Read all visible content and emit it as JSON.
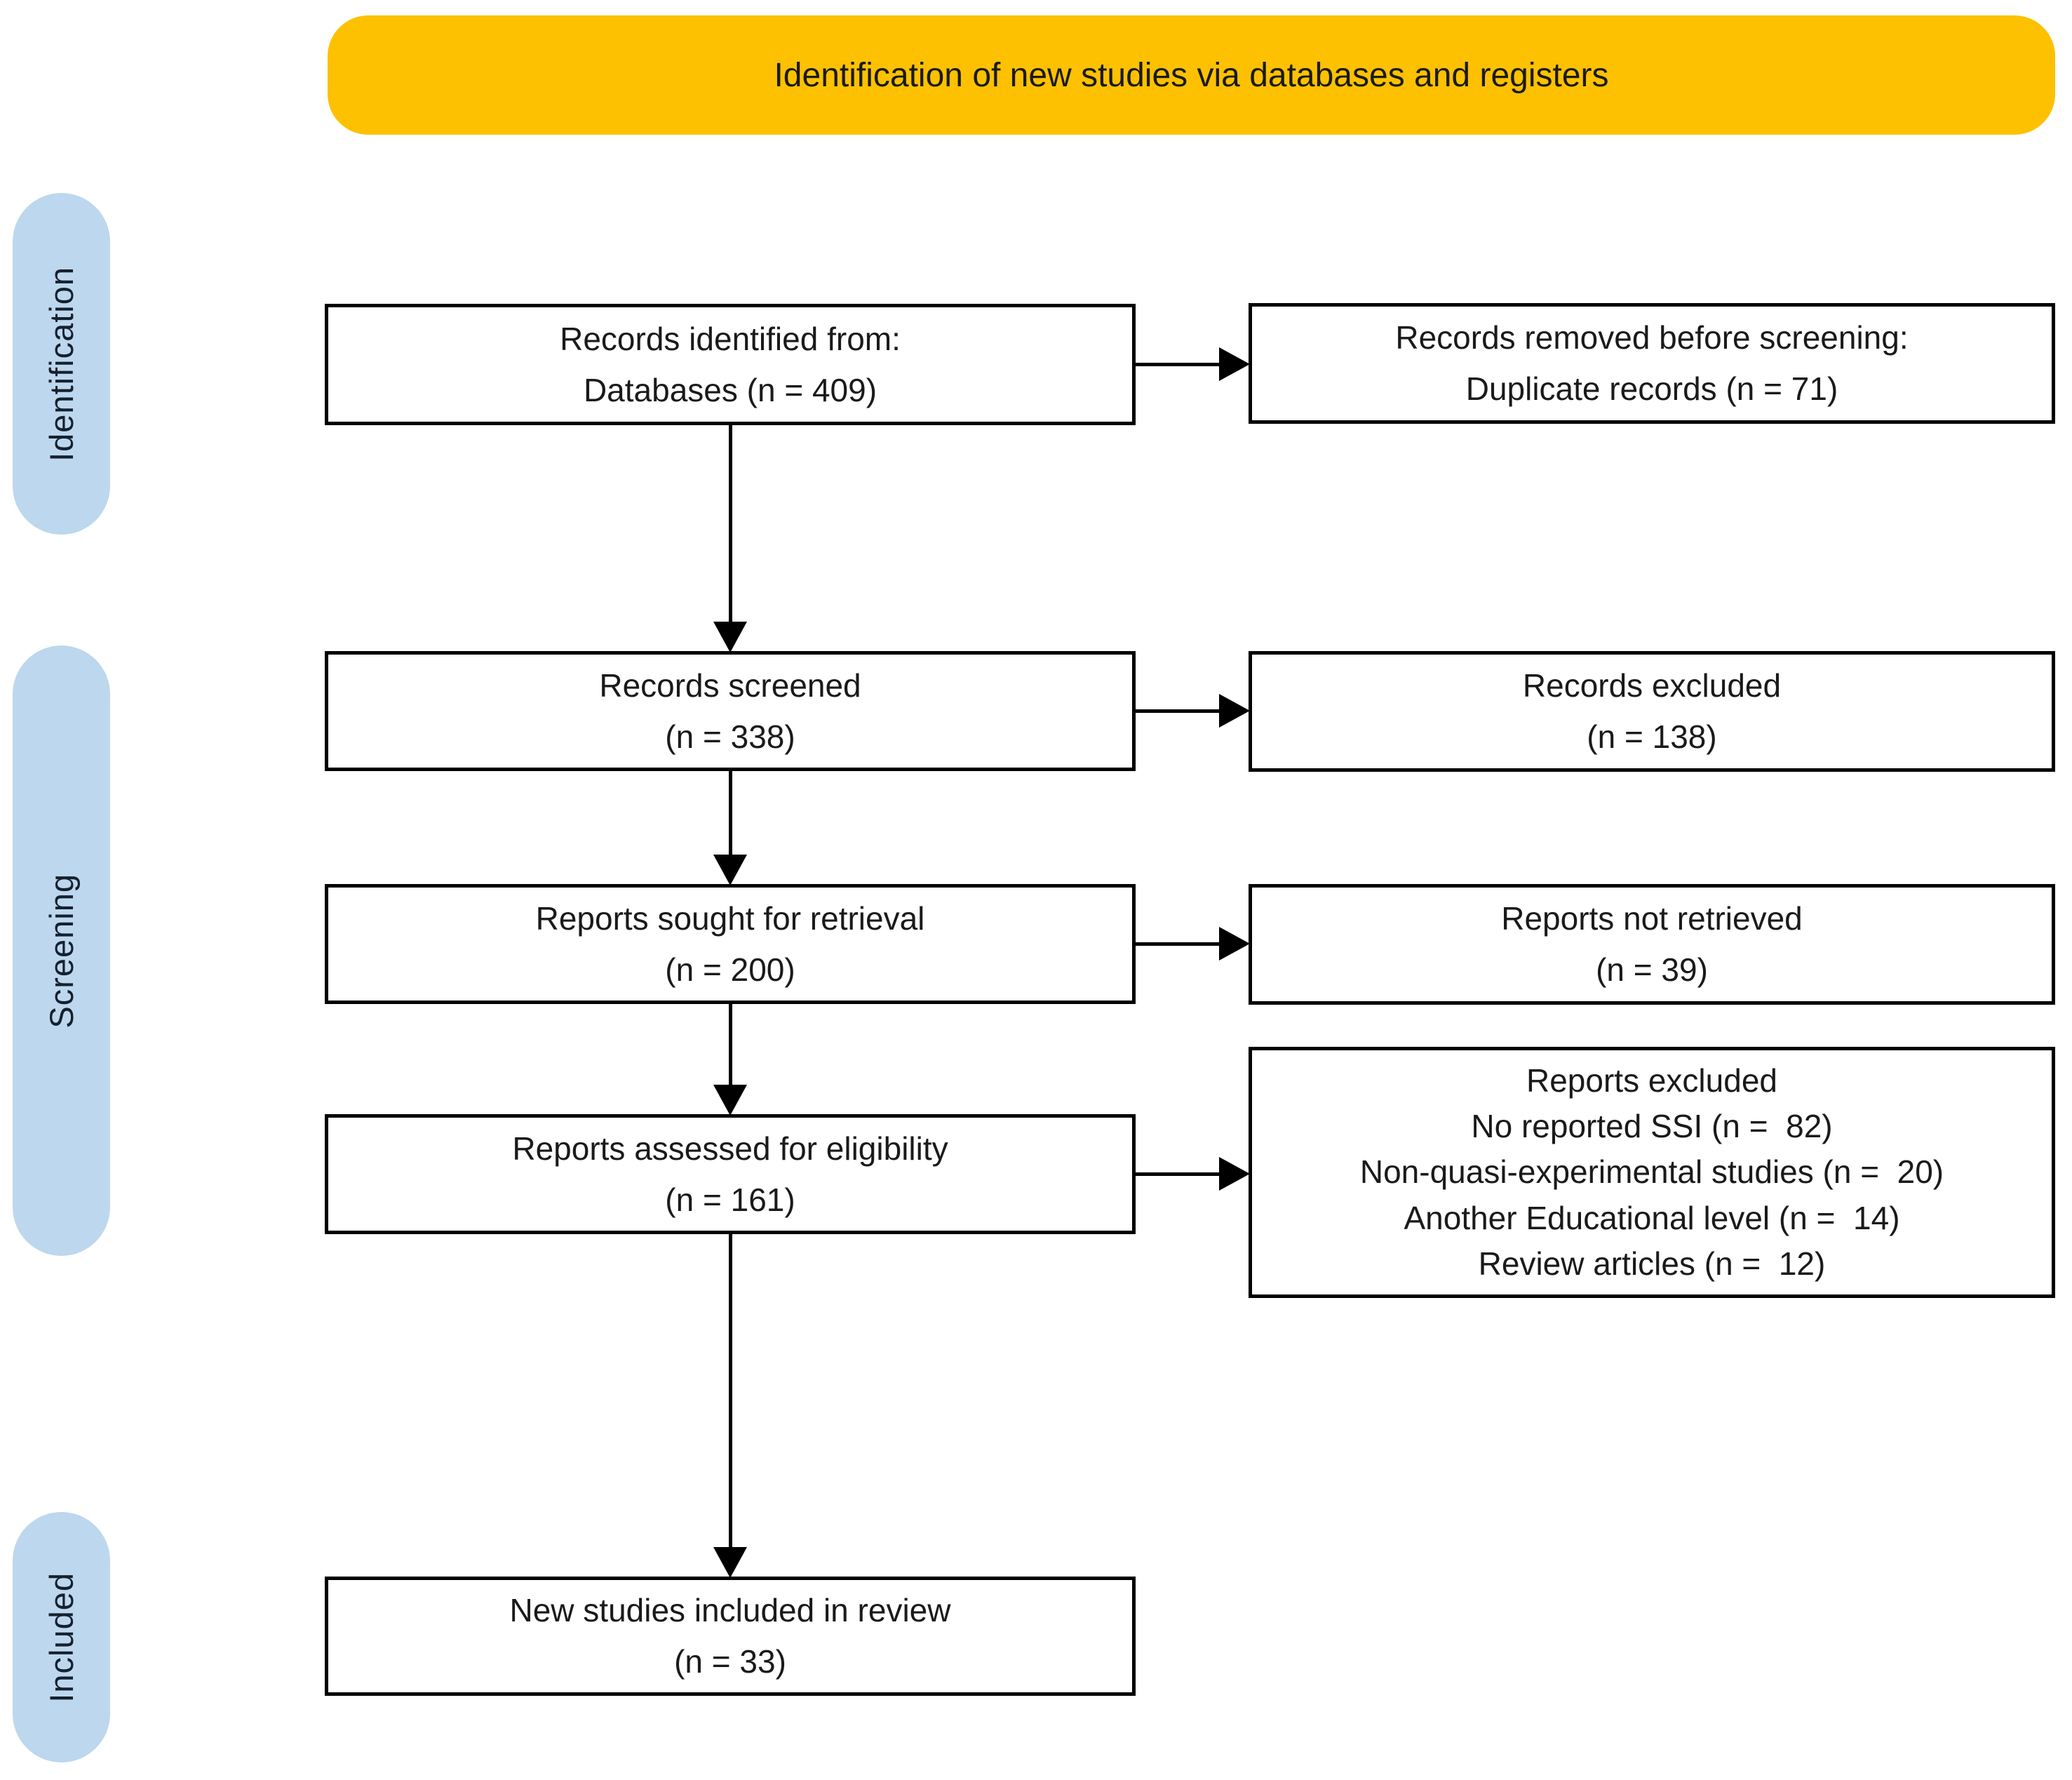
{
  "banner": {
    "title": "Identification of new studies via databases and registers"
  },
  "stages": [
    {
      "label": "Identification"
    },
    {
      "label": "Screening"
    },
    {
      "label": "Included"
    }
  ],
  "flow": {
    "records_identified": {
      "lines": [
        "Records identified from:",
        "Databases (n = 409)"
      ]
    },
    "records_removed": {
      "lines": [
        "Records removed before screening:",
        "Duplicate records (n = 71)"
      ]
    },
    "records_screened": {
      "lines": [
        "Records screened",
        "(n = 338)"
      ]
    },
    "records_excluded": {
      "lines": [
        "Records excluded",
        "(n = 138)"
      ]
    },
    "reports_sought": {
      "lines": [
        "Reports sought for retrieval",
        "(n = 200)"
      ]
    },
    "reports_not_retrieved": {
      "lines": [
        "Reports not retrieved",
        "(n = 39)"
      ]
    },
    "reports_assessed": {
      "lines": [
        "Reports assessed for eligibility",
        "(n = 161)"
      ]
    },
    "reports_excluded": {
      "lines": [
        "Reports excluded",
        "No reported SSI (n =  82)",
        "Non-quasi-experimental studies (n =  20)",
        "Another Educational level (n =  14)",
        "Review articles (n =  12)"
      ]
    },
    "studies_included": {
      "lines": [
        "New studies included in review",
        "(n = 33)"
      ]
    }
  },
  "colors": {
    "banner": "#FDC101",
    "banner_text": "#1A1A1A",
    "stage_pill": "#BDD7EE",
    "stage_text": "#15202E",
    "box_border": "#000000",
    "box_bg": "#FFFFFF",
    "text": "#1A1A1A",
    "arrow": "#000000"
  }
}
